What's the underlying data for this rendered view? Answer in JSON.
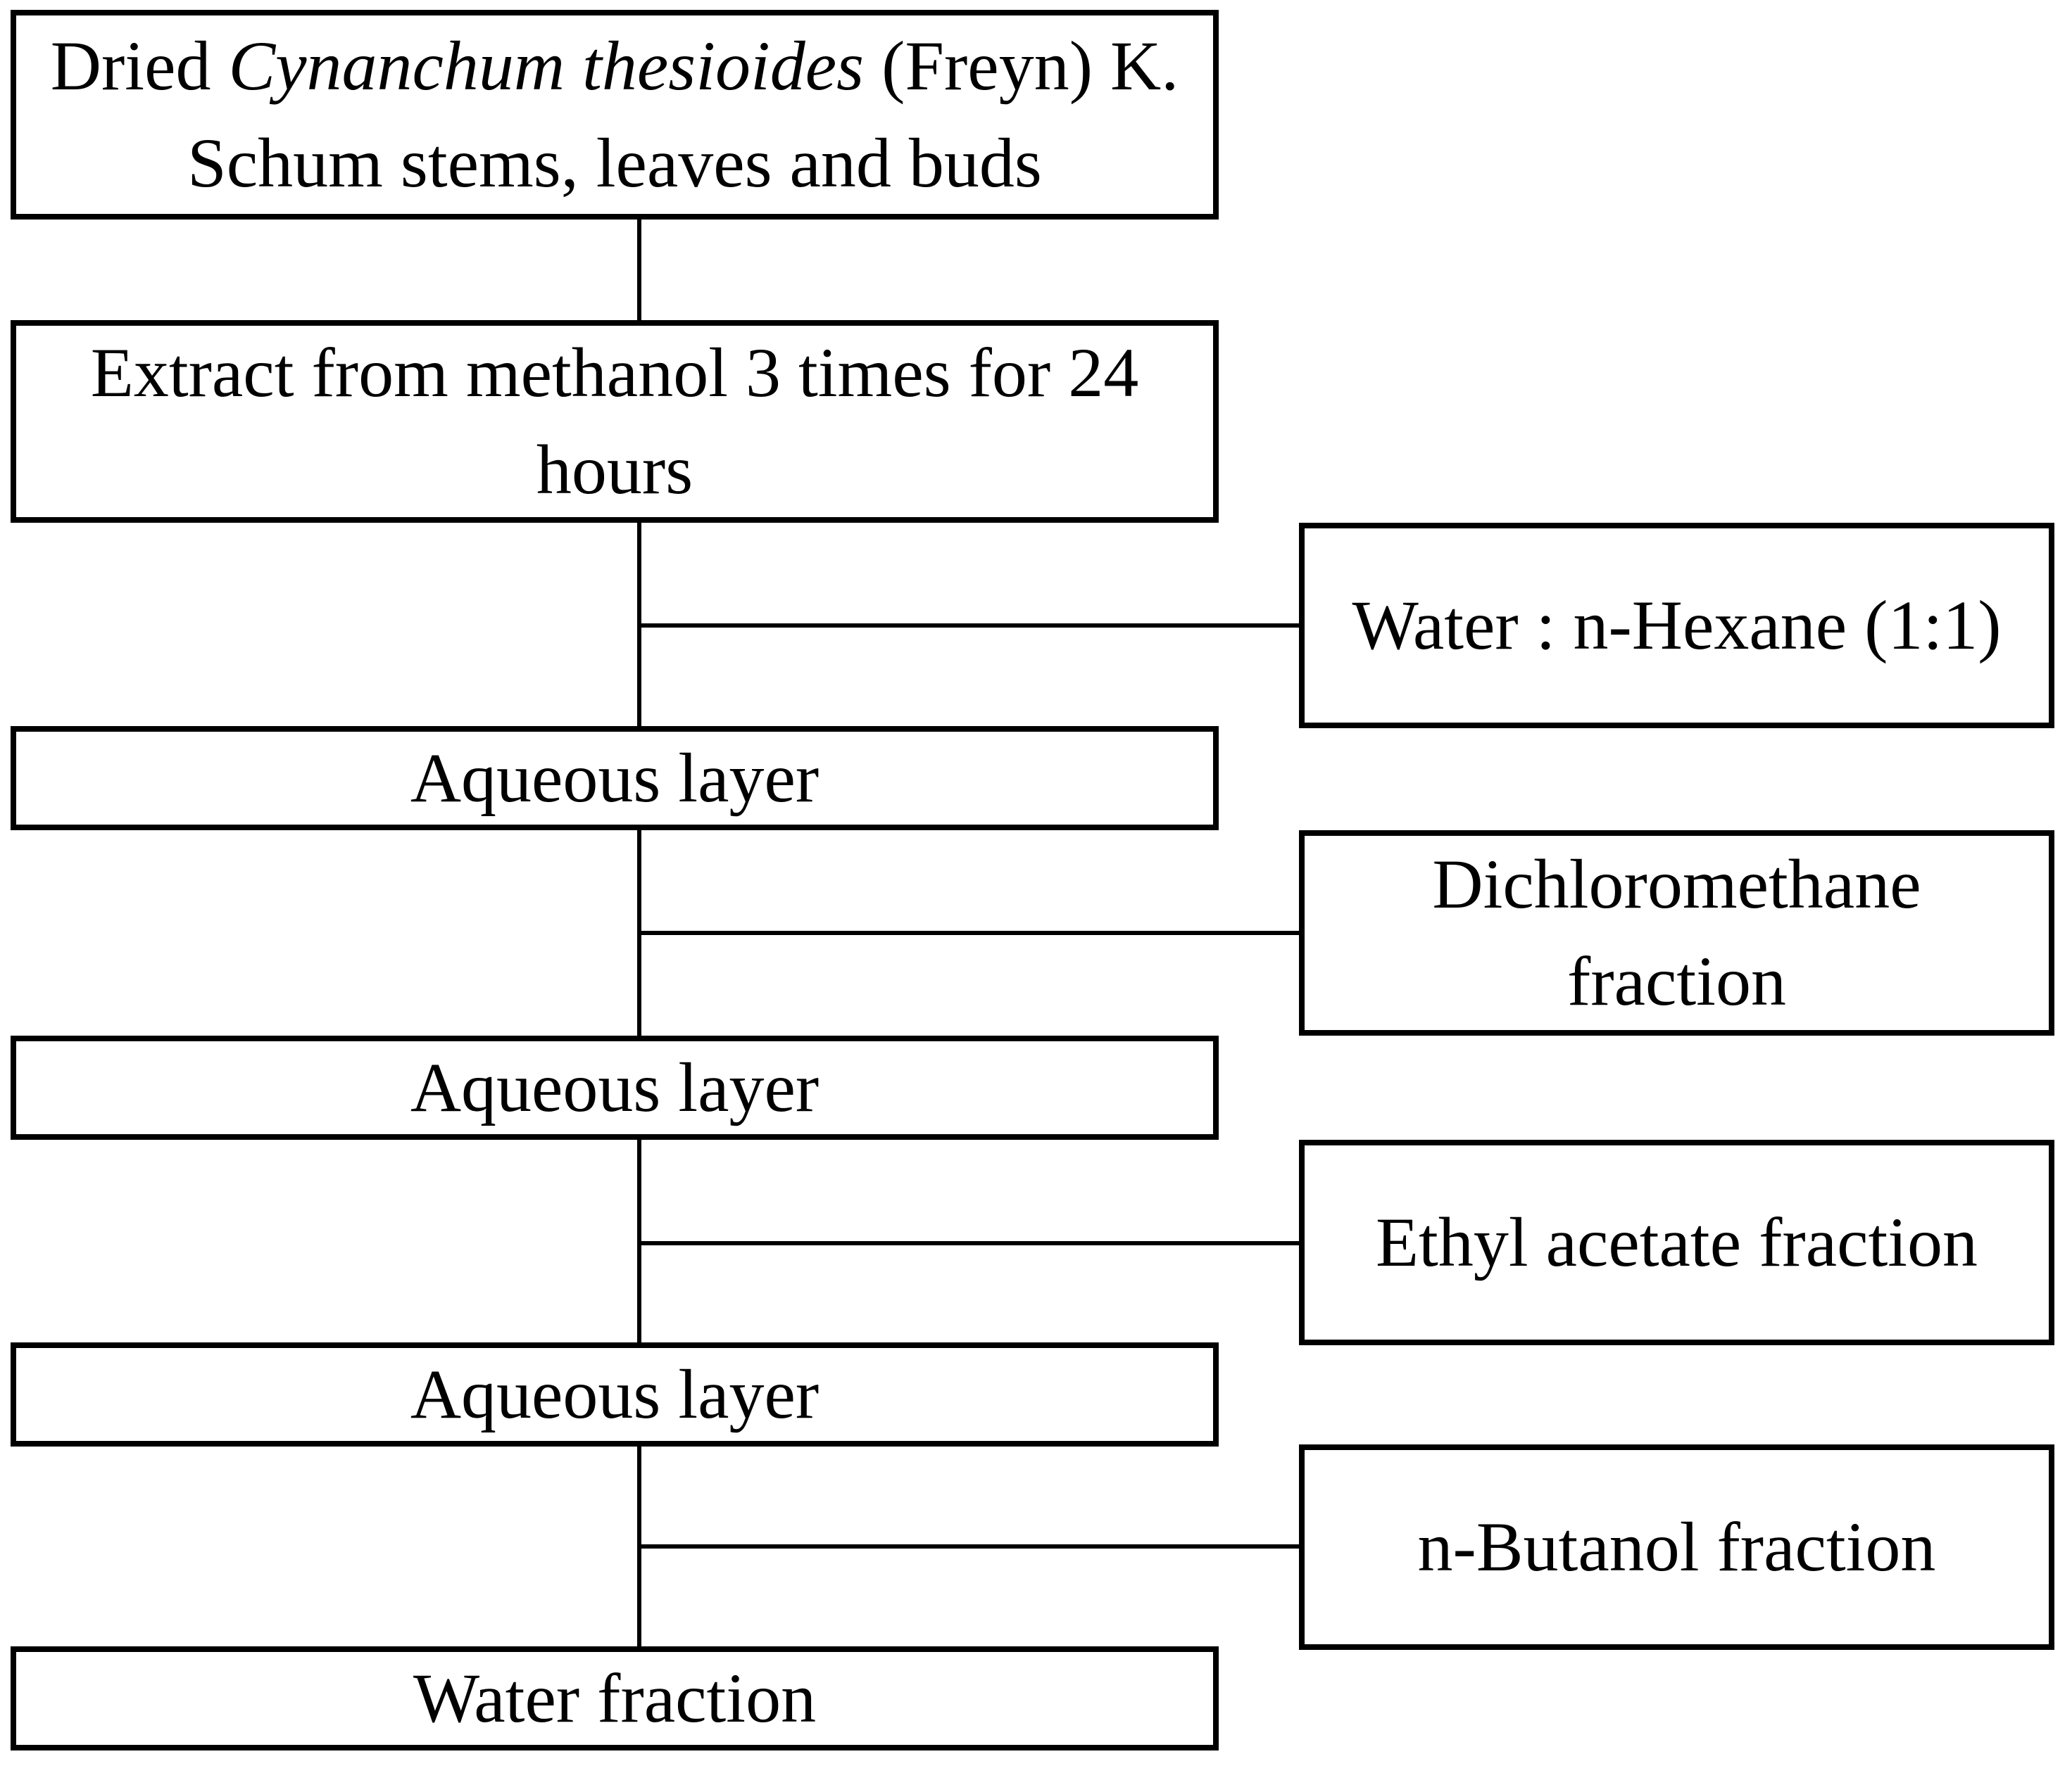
{
  "diagram": {
    "type": "flowchart",
    "background_color": "#ffffff",
    "line_color": "#000000",
    "text_color": "#000000",
    "nodes": {
      "source": {
        "line1_pre": "Dried ",
        "line1_species_italic": "Cynanchum thesioides",
        "line1_post": " (Freyn) K.",
        "line2": "Schum stems, leaves and buds",
        "full_label": "Dried Cynanchum thesioides (Freyn) K. Schum stems, leaves and buds"
      },
      "extract": {
        "line1": "Extract from methanol 3 times for 24",
        "line2": "hours",
        "full_label": "Extract from methanol 3 times for 24 hours"
      },
      "solvent_hexane": {
        "label": "Water : n-Hexane (1:1)"
      },
      "aqueous_layer_1": {
        "label": "Aqueous layer"
      },
      "dichloromethane_fraction": {
        "line1": "Dichloromethane",
        "line2": "fraction",
        "full_label": "Dichloromethane fraction"
      },
      "aqueous_layer_2": {
        "label": "Aqueous layer"
      },
      "ethyl_acetate_fraction": {
        "label": "Ethyl acetate fraction"
      },
      "aqueous_layer_3": {
        "label": "Aqueous layer"
      },
      "n_butanol_fraction": {
        "label": "n-Butanol fraction"
      },
      "water_fraction": {
        "label": "Water fraction"
      }
    }
  }
}
